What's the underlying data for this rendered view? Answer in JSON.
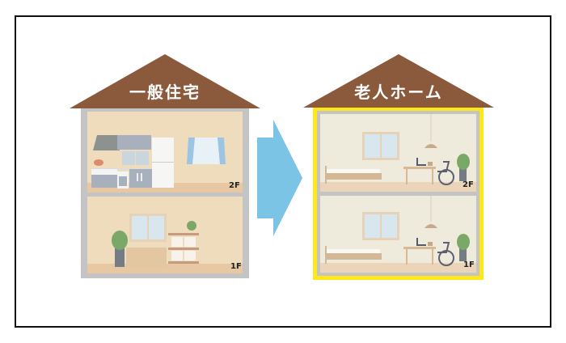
{
  "diagram": {
    "type": "before-after house comparison",
    "left_house": {
      "title": "一般住宅",
      "floors": [
        {
          "label": "2F",
          "scene": "kitchen with stove, range hood, cabinets, refrigerator and curtained window"
        },
        {
          "label": "1F",
          "scene": "living room with window, potted plant, low cabinet and shelf with storage boxes"
        }
      ]
    },
    "arrow": {
      "direction": "right",
      "meaning": "conversion"
    },
    "right_house": {
      "title": "老人ホーム",
      "highlighted": true,
      "floors": [
        {
          "label": "2F",
          "scene": "care room with bed, window, pendant lamp, desk with laptop, wheelchair and potted plant"
        },
        {
          "label": "1F",
          "scene": "care room with bed, window, pendant lamp, desk with laptop, wheelchair and potted plant"
        }
      ]
    }
  },
  "colors": {
    "roof": "#8b5a3c",
    "wall_gray": "#c4c4c4",
    "left_interior": "#efdcbd",
    "left_floor": "#e7c8a2",
    "right_interior": "#efebdc",
    "right_floor": "#ecd4b8",
    "highlight_border": "#ffe81a",
    "arrow": "#7cc4e6",
    "frame": "#111111"
  }
}
